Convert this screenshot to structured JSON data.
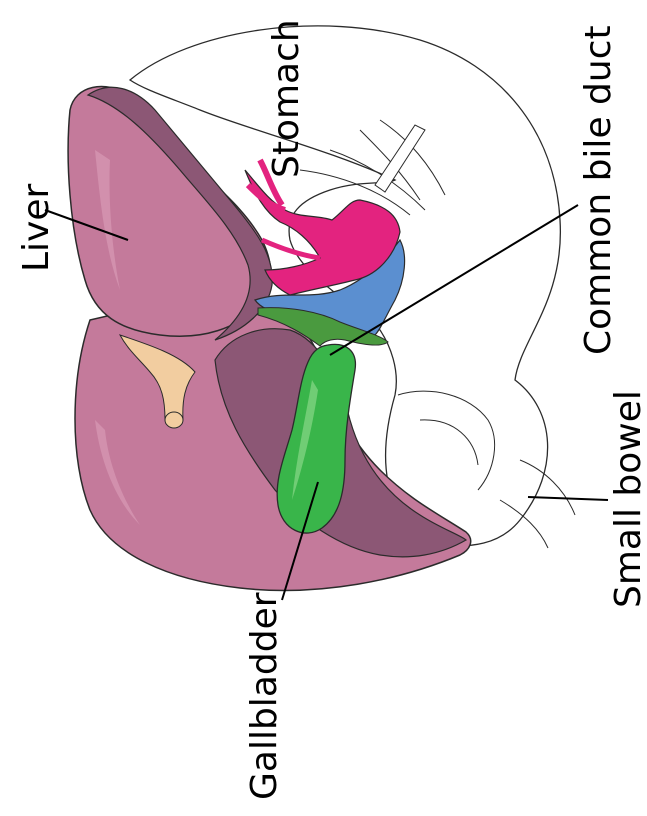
{
  "labels": {
    "liver": "Liver",
    "stomach": "Stomach",
    "common_bile_duct": "Common bile duct",
    "small_bowel": "Small bowel",
    "gallbladder": "Gallbladder"
  },
  "colors": {
    "liver_light": "#c47a9b",
    "liver_dark": "#8c5775",
    "liver_shadow": "#7a4a66",
    "gallbladder": "#39b54a",
    "gallbladder_light": "#7ed37f",
    "bile_duct": "#4a9a3f",
    "portal_vein": "#5b8fd0",
    "artery": "#e3237f",
    "ligament": "#f2cda0",
    "outline": "#2b2b2b",
    "background": "#ffffff"
  }
}
